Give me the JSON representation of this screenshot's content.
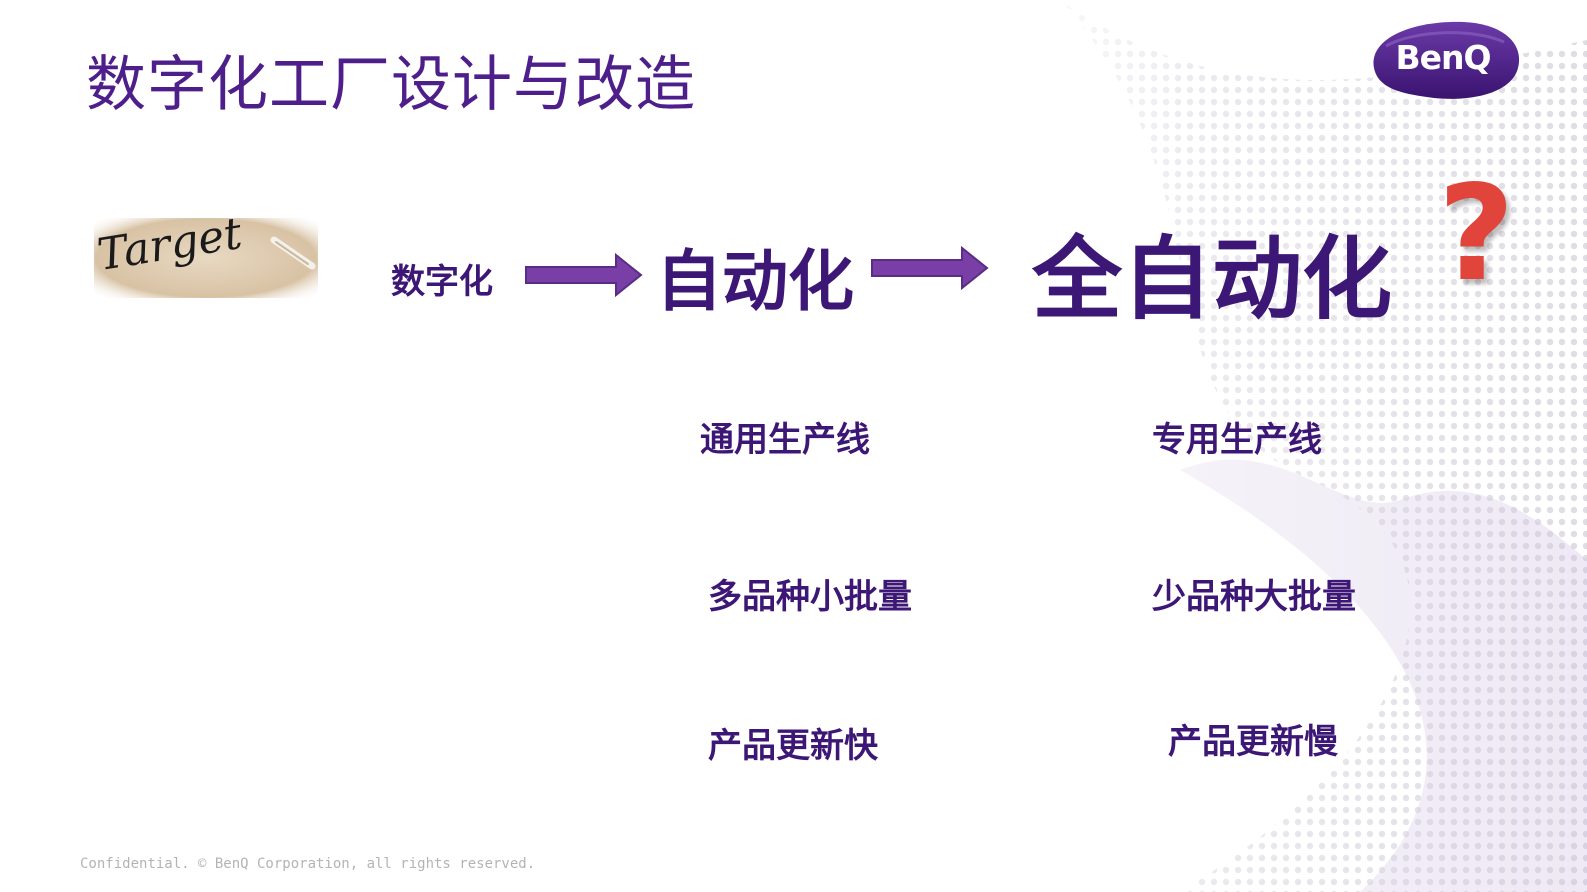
{
  "slide": {
    "title": "数字化工厂设计与改造",
    "brand": "BenQ",
    "target_label": "Target",
    "progression": {
      "step1": "数字化",
      "step2": "自动化",
      "step3": "全自动化",
      "question_mark": "?"
    },
    "comparison": {
      "automation": [
        "通用生产线",
        "多品种小批量",
        "产品更新快"
      ],
      "full_automation": [
        "专用生产线",
        "少品种大批量",
        "产品更新慢"
      ]
    },
    "footer": "Confidential.  © BenQ Corporation, all rights reserved."
  },
  "colors": {
    "title": "#4e1f8a",
    "text_dark_purple": "#3d1776",
    "arrow_purple": "#7a3fa6",
    "logo_purple": "#4a1c86",
    "question_red": "#e0443a",
    "footer_gray": "#b4b4b4"
  },
  "icons": {
    "arrows": "right-arrow-icon",
    "logo": "benq-logo",
    "target_image": "handwritten-target-image"
  }
}
